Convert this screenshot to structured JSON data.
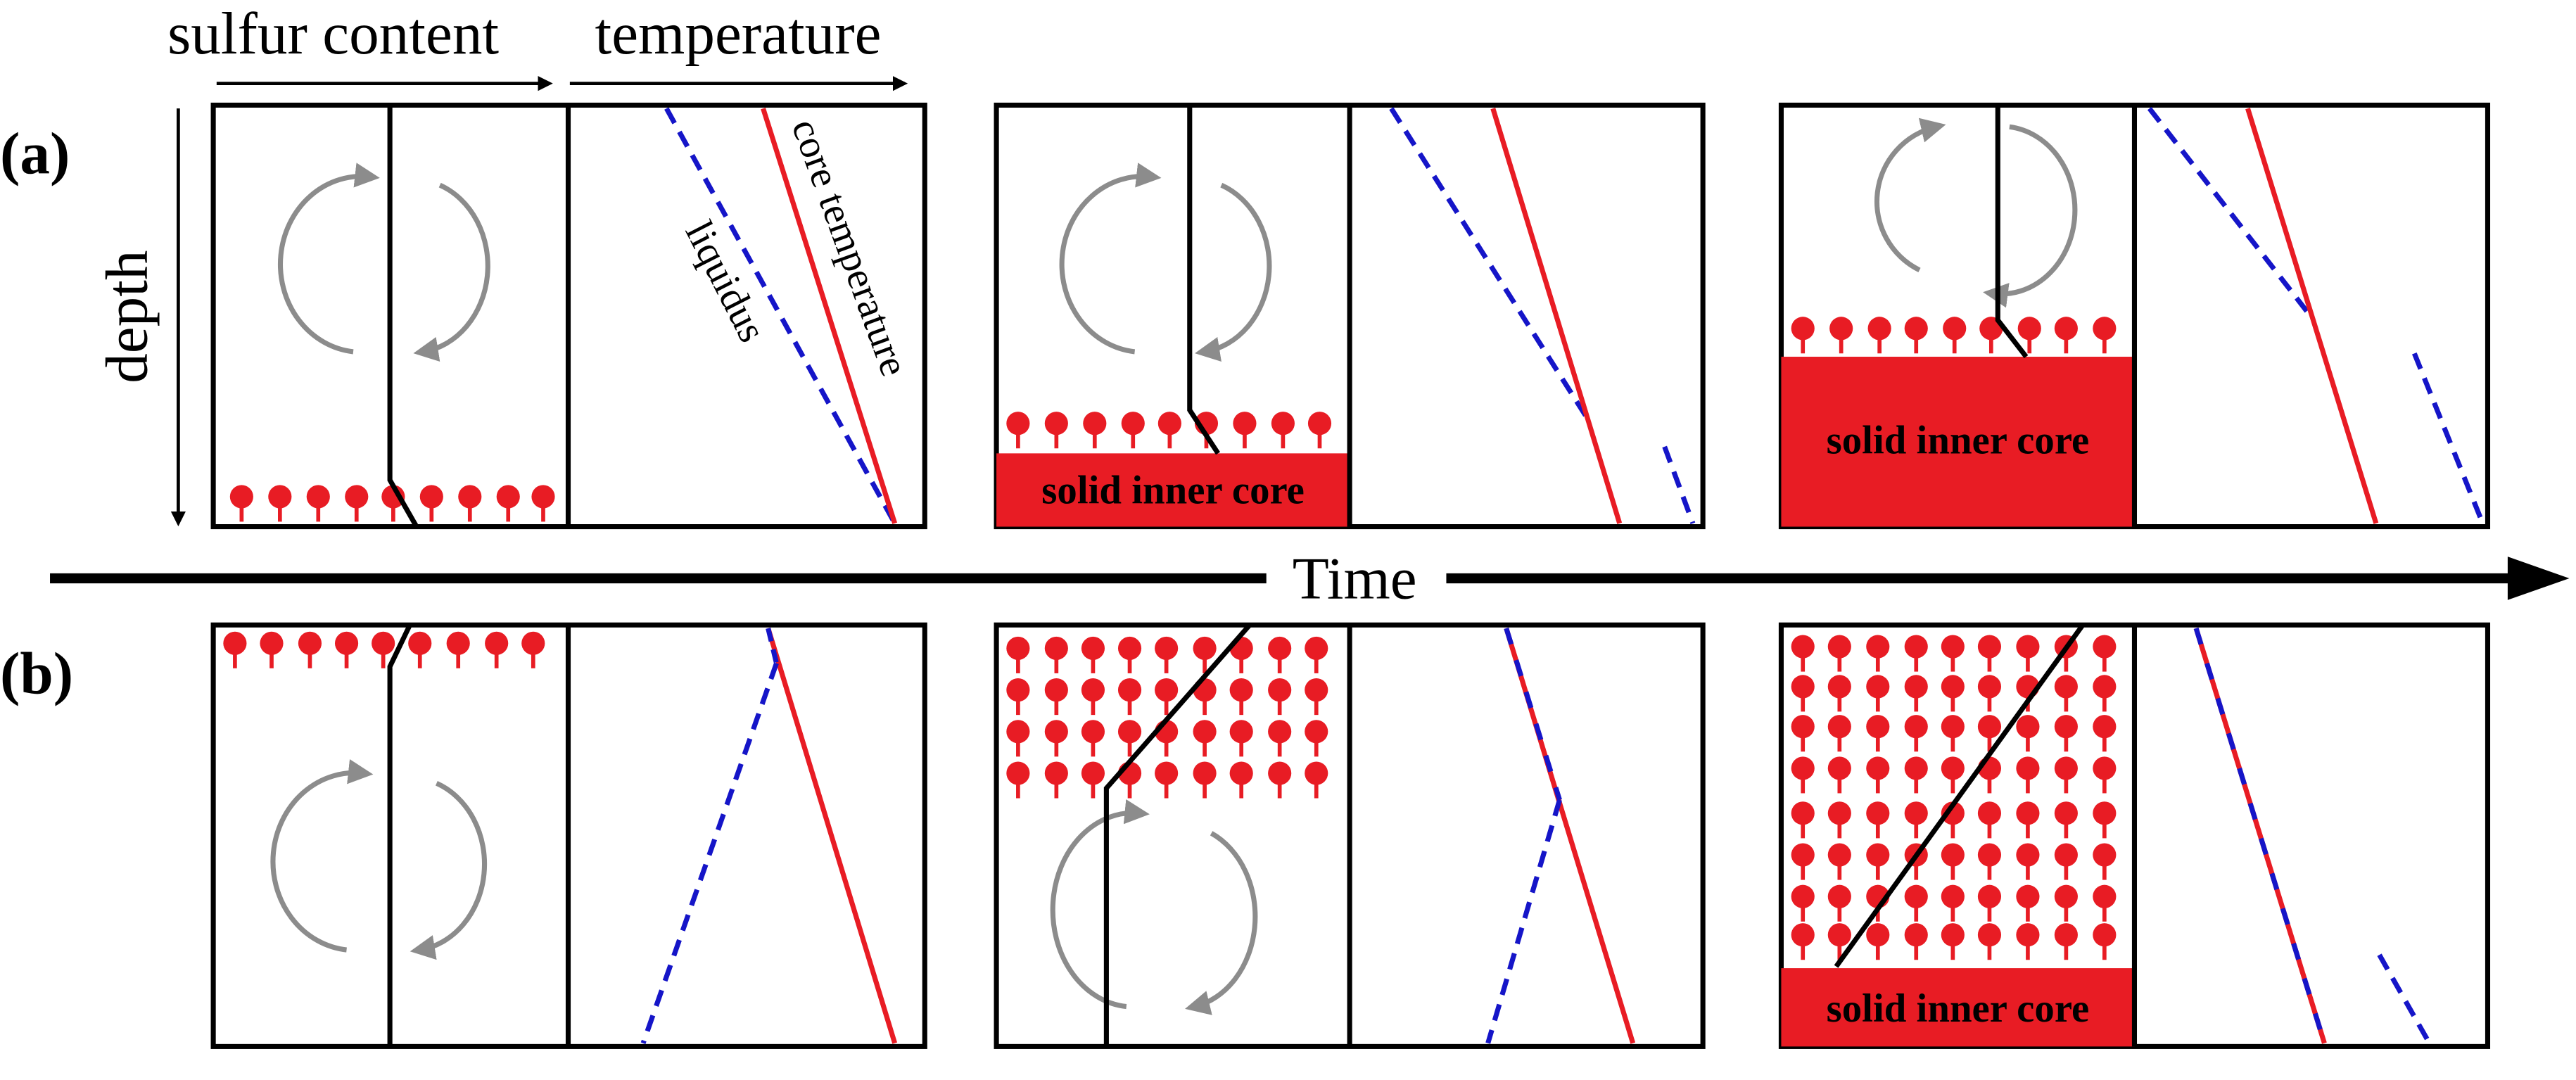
{
  "header": {
    "sulfur_content": "sulfur content",
    "temperature": "temperature",
    "depth": "depth"
  },
  "rows": [
    {
      "label": "(a)"
    },
    {
      "label": "(b)"
    }
  ],
  "time_axis": {
    "label": "Time"
  },
  "annotations": {
    "liquidus": "liquidus",
    "core_temperature": "core temperature",
    "solid_inner_core": "solid inner core"
  },
  "colors": {
    "frame": "#000000",
    "liquidus": "#1515c8",
    "core_temperature": "#e81c24",
    "crystal": "#e81c24",
    "inner_core": "#e81c24",
    "convection": "#8c8c8c"
  },
  "icons": [
    "iron-snow-crystal-icon",
    "convection-arrow-icon",
    "time-arrow-icon",
    "depth-arrow-icon"
  ]
}
